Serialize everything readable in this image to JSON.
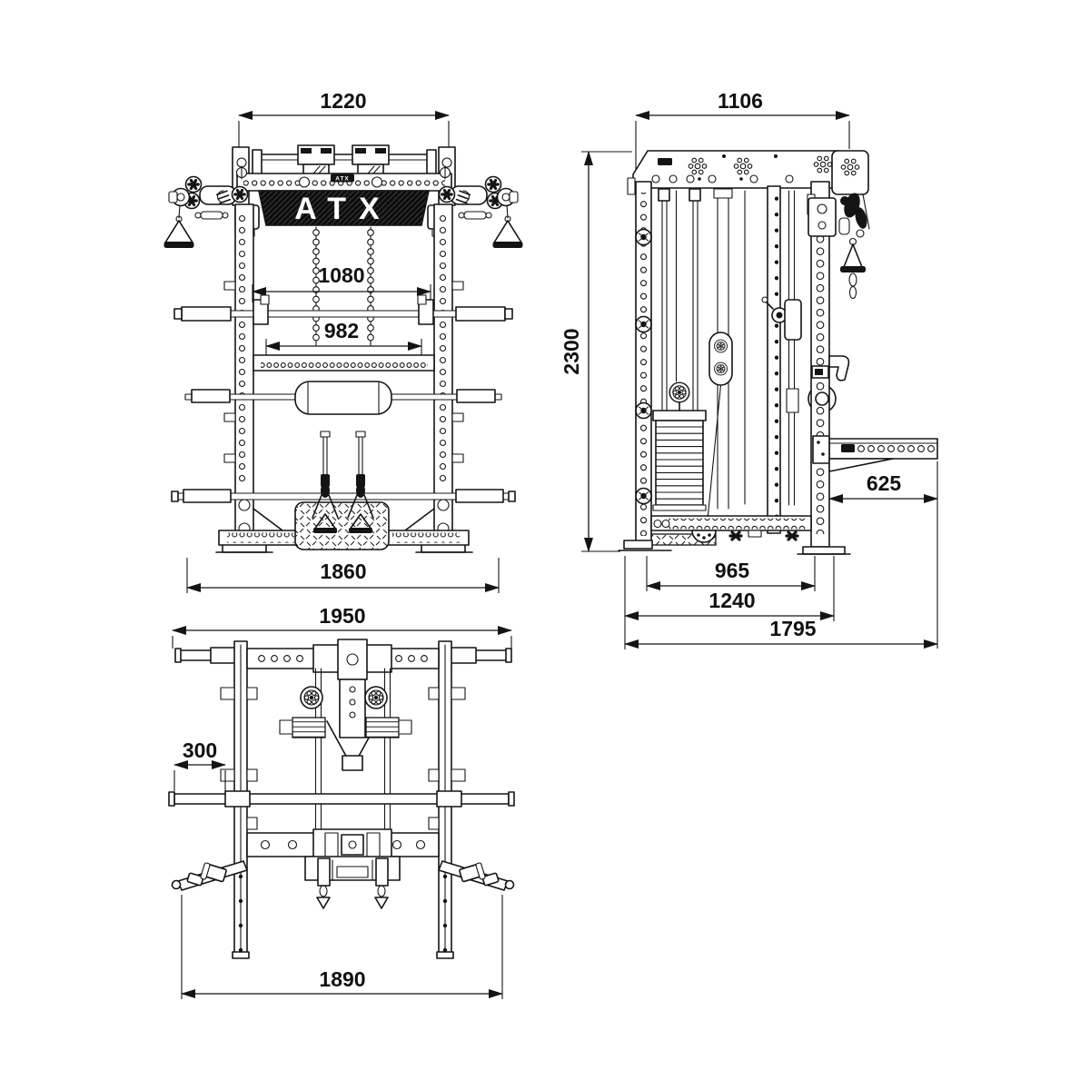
{
  "brand": "ATX",
  "views": {
    "front": {
      "dims": {
        "top_width": "1220",
        "upper_inner_width": "1080",
        "clear_inner_width": "982",
        "overall_width": "1860"
      }
    },
    "side": {
      "dims": {
        "top_depth": "1106",
        "total_height": "2300",
        "spotter_arm_length": "625",
        "base_inner_depth": "965",
        "base_depth": "1240",
        "total_depth": "1795"
      }
    },
    "top": {
      "dims": {
        "overall_width": "1950",
        "peg_length": "300",
        "stabilizer_width": "1890"
      }
    }
  },
  "colors": {
    "line": "#141414",
    "background": "#ffffff",
    "logo_bg": "#0d0d0d",
    "logo_text": "#ffffff"
  }
}
